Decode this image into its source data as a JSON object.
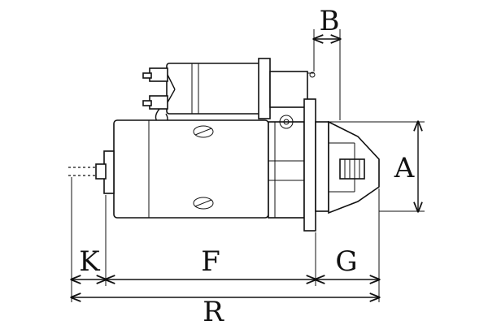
{
  "labels": {
    "a": "A",
    "b": "B",
    "k": "K",
    "f": "F",
    "g": "G",
    "r": "R"
  }
}
